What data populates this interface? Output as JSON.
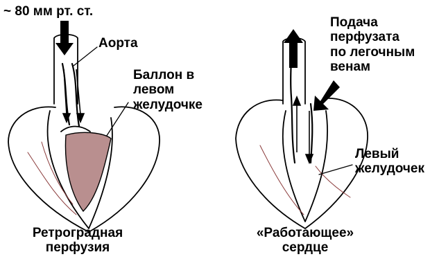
{
  "labels": {
    "pressure": "~ 80 мм рт. ст.",
    "aorta": "Аорта",
    "balloon_line1": "Баллон в",
    "balloon_line2": "левом",
    "balloon_line3": "желудочке",
    "retro_line1": "Ретроградная",
    "retro_line2": "перфузия",
    "supply_line1": "Подача",
    "supply_line2": "перфузата",
    "supply_line3": "по легочным",
    "supply_line4": "венам",
    "lv_line1": "Левый",
    "lv_line2": "желудочек",
    "working_line1": "«Работающее»",
    "working_line2": "сердце"
  },
  "colors": {
    "balloon_fill": "#b98f8f",
    "ink": "#000000",
    "background": "#ffffff"
  }
}
